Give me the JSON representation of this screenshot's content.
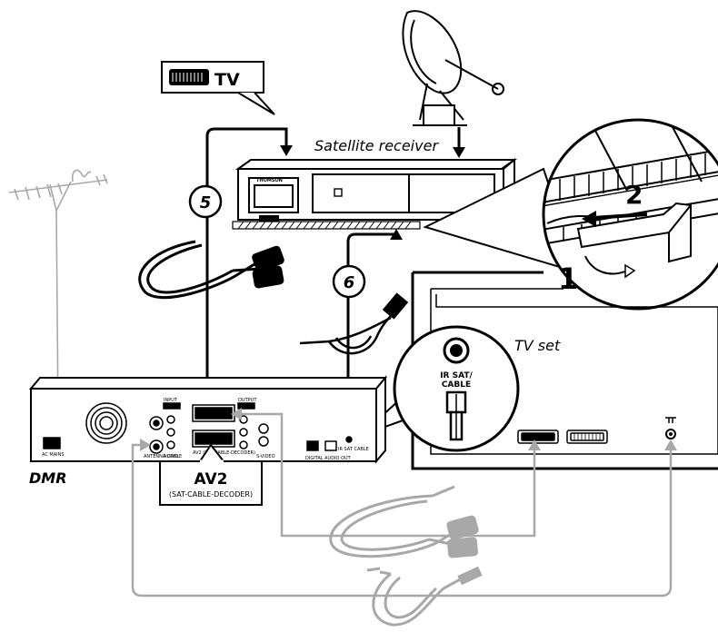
{
  "labels": {
    "tv_plug": "TV",
    "satellite_receiver": "Satellite receiver",
    "receiver_brand": "THOMSON",
    "step_5": "5",
    "step_6": "6",
    "detail_step_1": "1",
    "detail_step_2": "2",
    "tv_set": "TV set",
    "ir_sat_line1": "IR SAT/",
    "ir_sat_line2": "CABLE",
    "dmr": "DMR",
    "av2": "AV2",
    "av2_sub": "(SAT-CABLE-DECODER)"
  },
  "dmr_panel": {
    "ac_mains": "AC MAINS",
    "input": "INPUT",
    "output": "OUTPUT",
    "antenna": "ANTENNA CABLE",
    "audio": "AUDIO",
    "s_video": "S-VIDEO",
    "av2_port": "AV2 (SAT-CABLE-DECODER)",
    "ir_sat": "IR SAT CABLE",
    "digital_audio": "DIGITAL AUDIO OUT"
  }
}
